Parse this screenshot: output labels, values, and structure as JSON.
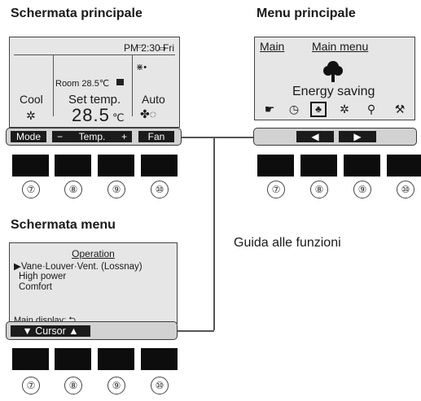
{
  "headings": {
    "main_screen": "Schermata principale",
    "main_menu": "Menu principale",
    "menu_screen": "Schermata menu"
  },
  "guide_label": "Guida alle funzioni",
  "main_screen": {
    "time": "PM 2:30 Fri",
    "room": "Room 28.5℃",
    "mode": "Cool",
    "set_temp_label": "Set temp.",
    "set_temp_value": "28.5",
    "set_temp_unit": "℃",
    "fan": "Auto",
    "function_bar": [
      "Mode",
      "−",
      "Temp.",
      "+",
      "Fan"
    ]
  },
  "main_menu": {
    "tab_main": "Main",
    "tab_title": "Main menu",
    "item_label": "Energy saving",
    "icons": [
      "hand-icon",
      "clock-icon",
      "tree-icon",
      "gear-icon",
      "wrench-icon",
      "tools-icon"
    ],
    "function_bar": [
      "◀",
      "▶"
    ]
  },
  "menu_screen": {
    "title": "Operation",
    "items": [
      "▶Vane·Louver·Vent. (Lossnay)",
      "High power",
      "Comfort"
    ],
    "footer": "Main display: ⮌",
    "function_bar": "▼ Cursor ▲"
  },
  "button_numbers": [
    "⑦",
    "⑧",
    "⑨",
    "⑩"
  ]
}
